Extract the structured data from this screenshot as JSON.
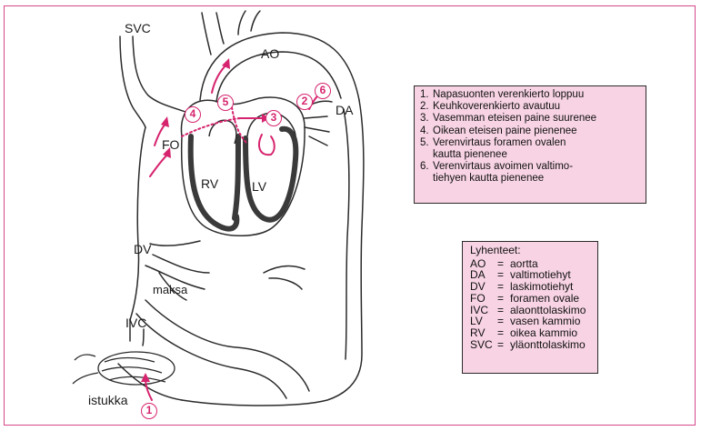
{
  "labels": {
    "svc": "SVC",
    "ao": "AO",
    "da": "DA",
    "fo": "FO",
    "rv": "RV",
    "lv": "LV",
    "dv": "DV",
    "maksa": "maksa",
    "ivc": "IVC",
    "istukka": "istukka"
  },
  "markers": [
    "1",
    "2",
    "3",
    "4",
    "5",
    "6"
  ],
  "legend": {
    "items": [
      {
        "num": "1.",
        "text": "Napasuonten verenkierto loppuu"
      },
      {
        "num": "2.",
        "text": "Keuhkoverenkierto avautuu"
      },
      {
        "num": "3.",
        "text": "Vasemman eteisen paine suurenee"
      },
      {
        "num": "4.",
        "text": "Oikean eteisen paine pienenee"
      },
      {
        "num": "5.",
        "text": "Verenvirtaus foramen ovalen"
      },
      {
        "num": "",
        "text": "kautta pienenee"
      },
      {
        "num": "6.",
        "text": "Verenvirtaus avoimen valtimo-"
      },
      {
        "num": "",
        "text": "tiehyen kautta pienenee"
      }
    ]
  },
  "abbreviations": {
    "heading": "Lyhenteet:",
    "rows": [
      {
        "abbr": "AO",
        "eq": "=",
        "meaning": "aortta"
      },
      {
        "abbr": "DA",
        "eq": "=",
        "meaning": "valtimotiehyt"
      },
      {
        "abbr": "DV",
        "eq": "=",
        "meaning": "laskimotiehyt"
      },
      {
        "abbr": "FO",
        "eq": "=",
        "meaning": "foramen ovale"
      },
      {
        "abbr": "IVC",
        "eq": "=",
        "meaning": "alaonttolaskimo"
      },
      {
        "abbr": "LV",
        "eq": "=",
        "meaning": "vasen kammio"
      },
      {
        "abbr": "RV",
        "eq": "=",
        "meaning": "oikea kammio"
      },
      {
        "abbr": "SVC",
        "eq": "=",
        "meaning": "yläonttolaskimo"
      }
    ]
  },
  "colors": {
    "accent": "#d6246e",
    "box_fill": "#f7d3e3",
    "frame": "#d6488a"
  }
}
